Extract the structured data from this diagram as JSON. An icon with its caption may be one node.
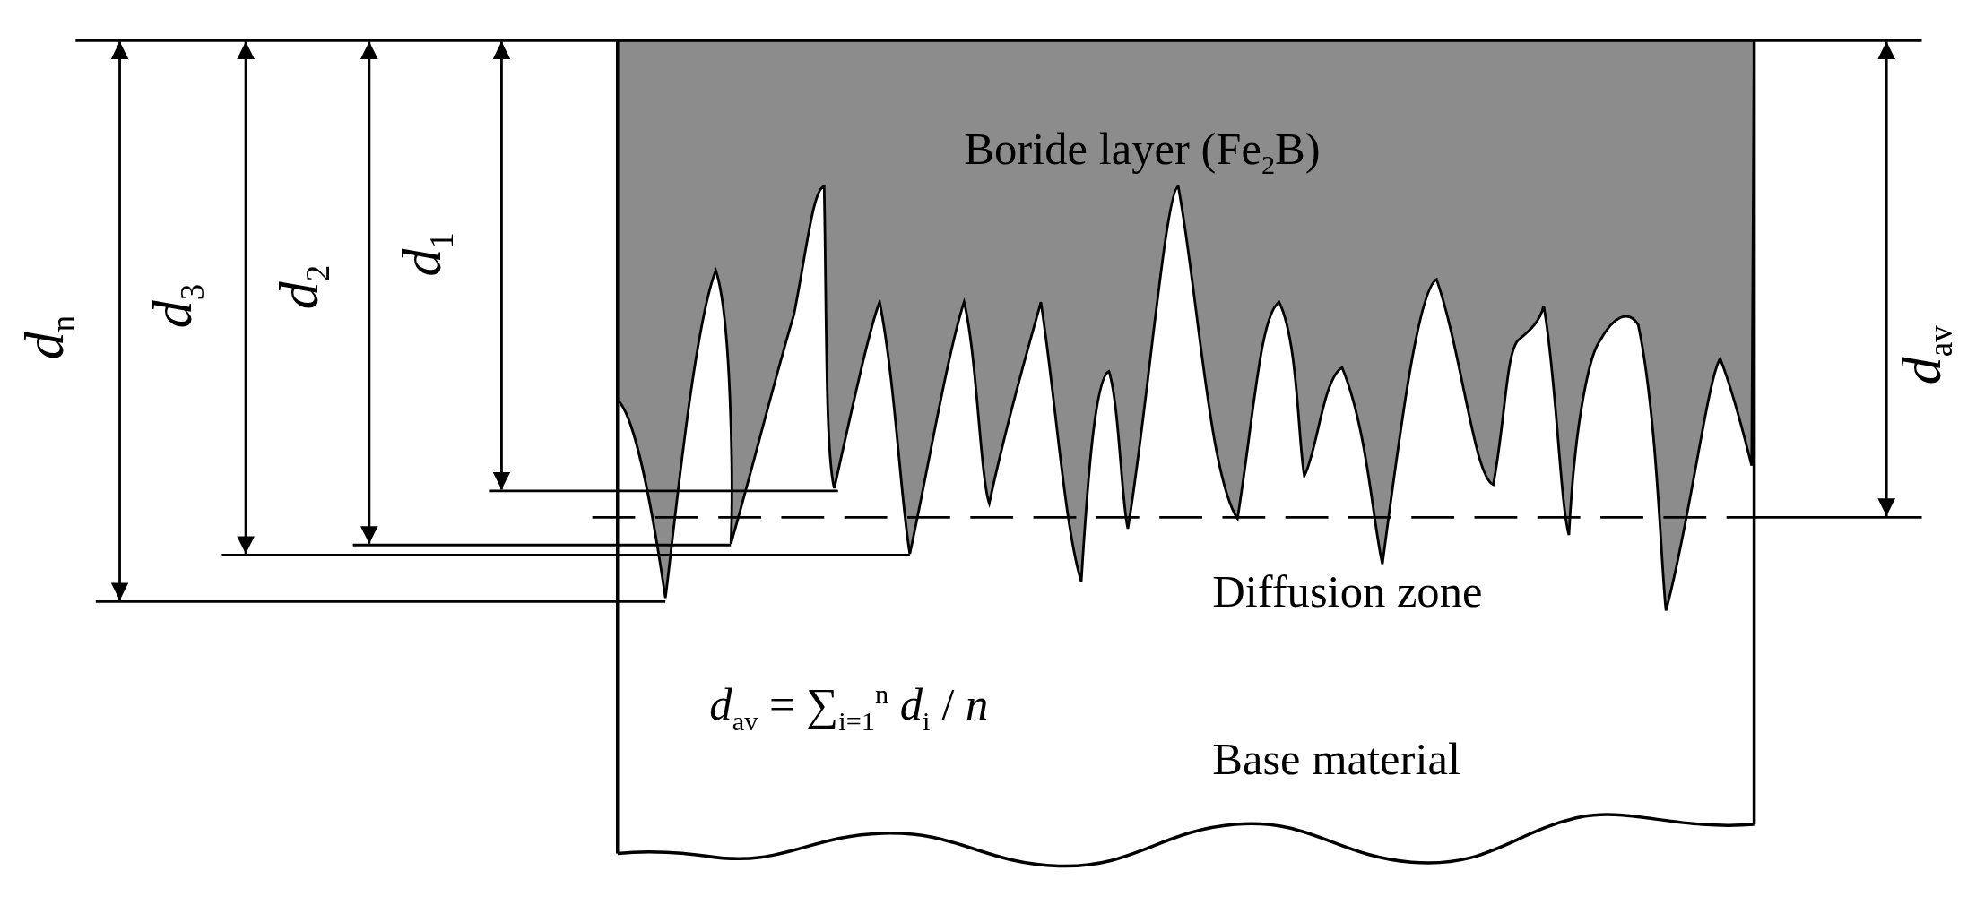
{
  "diagram": {
    "labels": [
      "Boride layer (Fe$_{2}$B)",
      "*d*$_{n}$",
      "*d*$_{3}$",
      "*d*$_{2}$",
      "*d*$_{1}$",
      "*d*$_{av}$",
      "Diffusion zone",
      "*d*$_{av}$ = ∑$_{i=1}$$^{n}$ *d*$_{i}$ / *n*",
      "Base material"
    ]
  }
}
